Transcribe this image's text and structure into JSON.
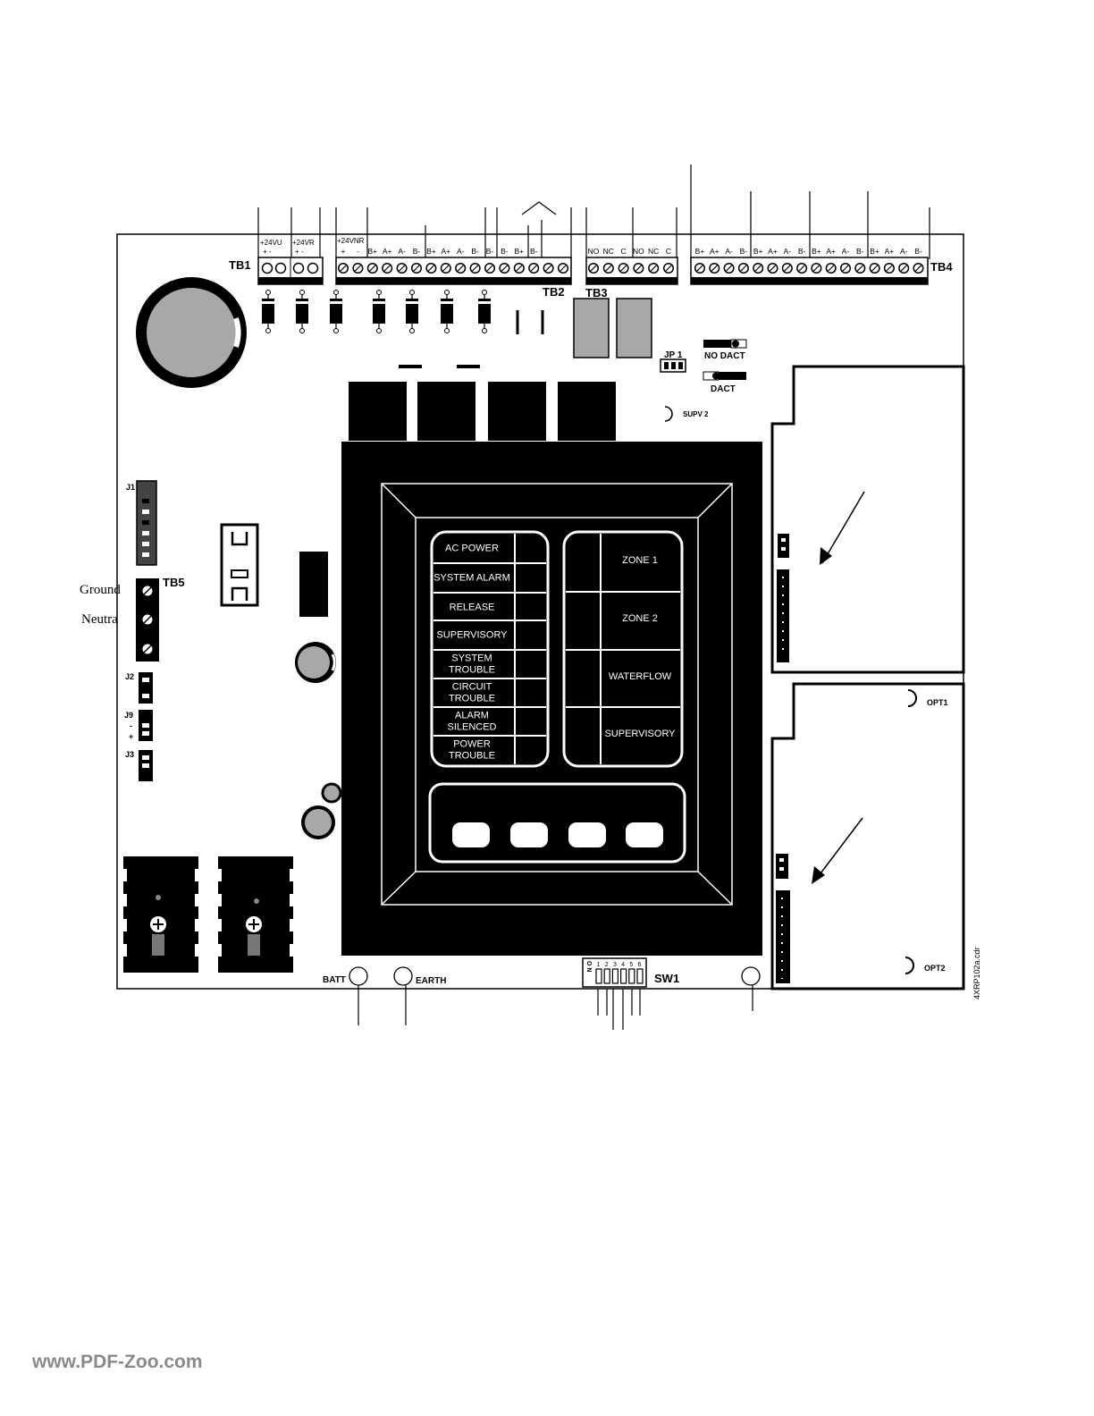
{
  "board": {
    "tb1": {
      "label": "TB1",
      "groups": [
        {
          "name": "+24VU",
          "pins": "+ -"
        },
        {
          "name": "+24VR",
          "pins": "+ -"
        }
      ]
    },
    "tb2": {
      "label": "TB2",
      "group_name": "+24VNR",
      "pins": [
        "+",
        "-",
        "B+",
        "A+",
        "A-",
        "B-",
        "B+",
        "A+",
        "A-",
        "B-",
        "B-",
        "B-",
        "B+",
        "B-"
      ]
    },
    "tb3": {
      "label": "TB3",
      "pins": [
        "NO",
        "NC",
        "C",
        "NO",
        "NC",
        "C"
      ]
    },
    "tb4": {
      "label": "TB4",
      "pins": [
        "B+",
        "A+",
        "A-",
        "B-",
        "B+",
        "A+",
        "A-",
        "B-",
        "B+",
        "A+",
        "A-",
        "B-",
        "B+",
        "A+",
        "A-",
        "B-"
      ]
    },
    "tb5": {
      "label": "TB5",
      "ground": "Ground",
      "neutral": "Neutra"
    },
    "jumpers": {
      "jp1": "JP 1",
      "no_dact": "NO DACT",
      "dact": "DACT",
      "j1": "J1",
      "j2": "J2",
      "j9": "J9",
      "j9_minus": "-",
      "j9_plus": "+",
      "j3": "J3"
    },
    "supv2": "SUPV 2",
    "opt1": "OPT1",
    "opt2": "OPT2",
    "batt": "BATT",
    "earth": "EARTH",
    "sw1": {
      "label": "SW1",
      "on": "O N",
      "positions": [
        "1",
        "2",
        "3",
        "4",
        "5",
        "6"
      ]
    },
    "file_id": "4XRP102a.cdr"
  },
  "display": {
    "status_leds": [
      [
        "AC POWER"
      ],
      [
        "SYSTEM ALARM"
      ],
      [
        "RELEASE"
      ],
      [
        "SUPERVISORY"
      ],
      [
        "SYSTEM",
        "TROUBLE"
      ],
      [
        "CIRCUIT",
        "TROUBLE"
      ],
      [
        "ALARM",
        "SILENCED"
      ],
      [
        "POWER",
        "TROUBLE"
      ]
    ],
    "zones": [
      "ZONE 1",
      "ZONE 2",
      "WATERFLOW",
      "SUPERVISORY"
    ]
  },
  "watermark": "www.PDF-Zoo.com"
}
